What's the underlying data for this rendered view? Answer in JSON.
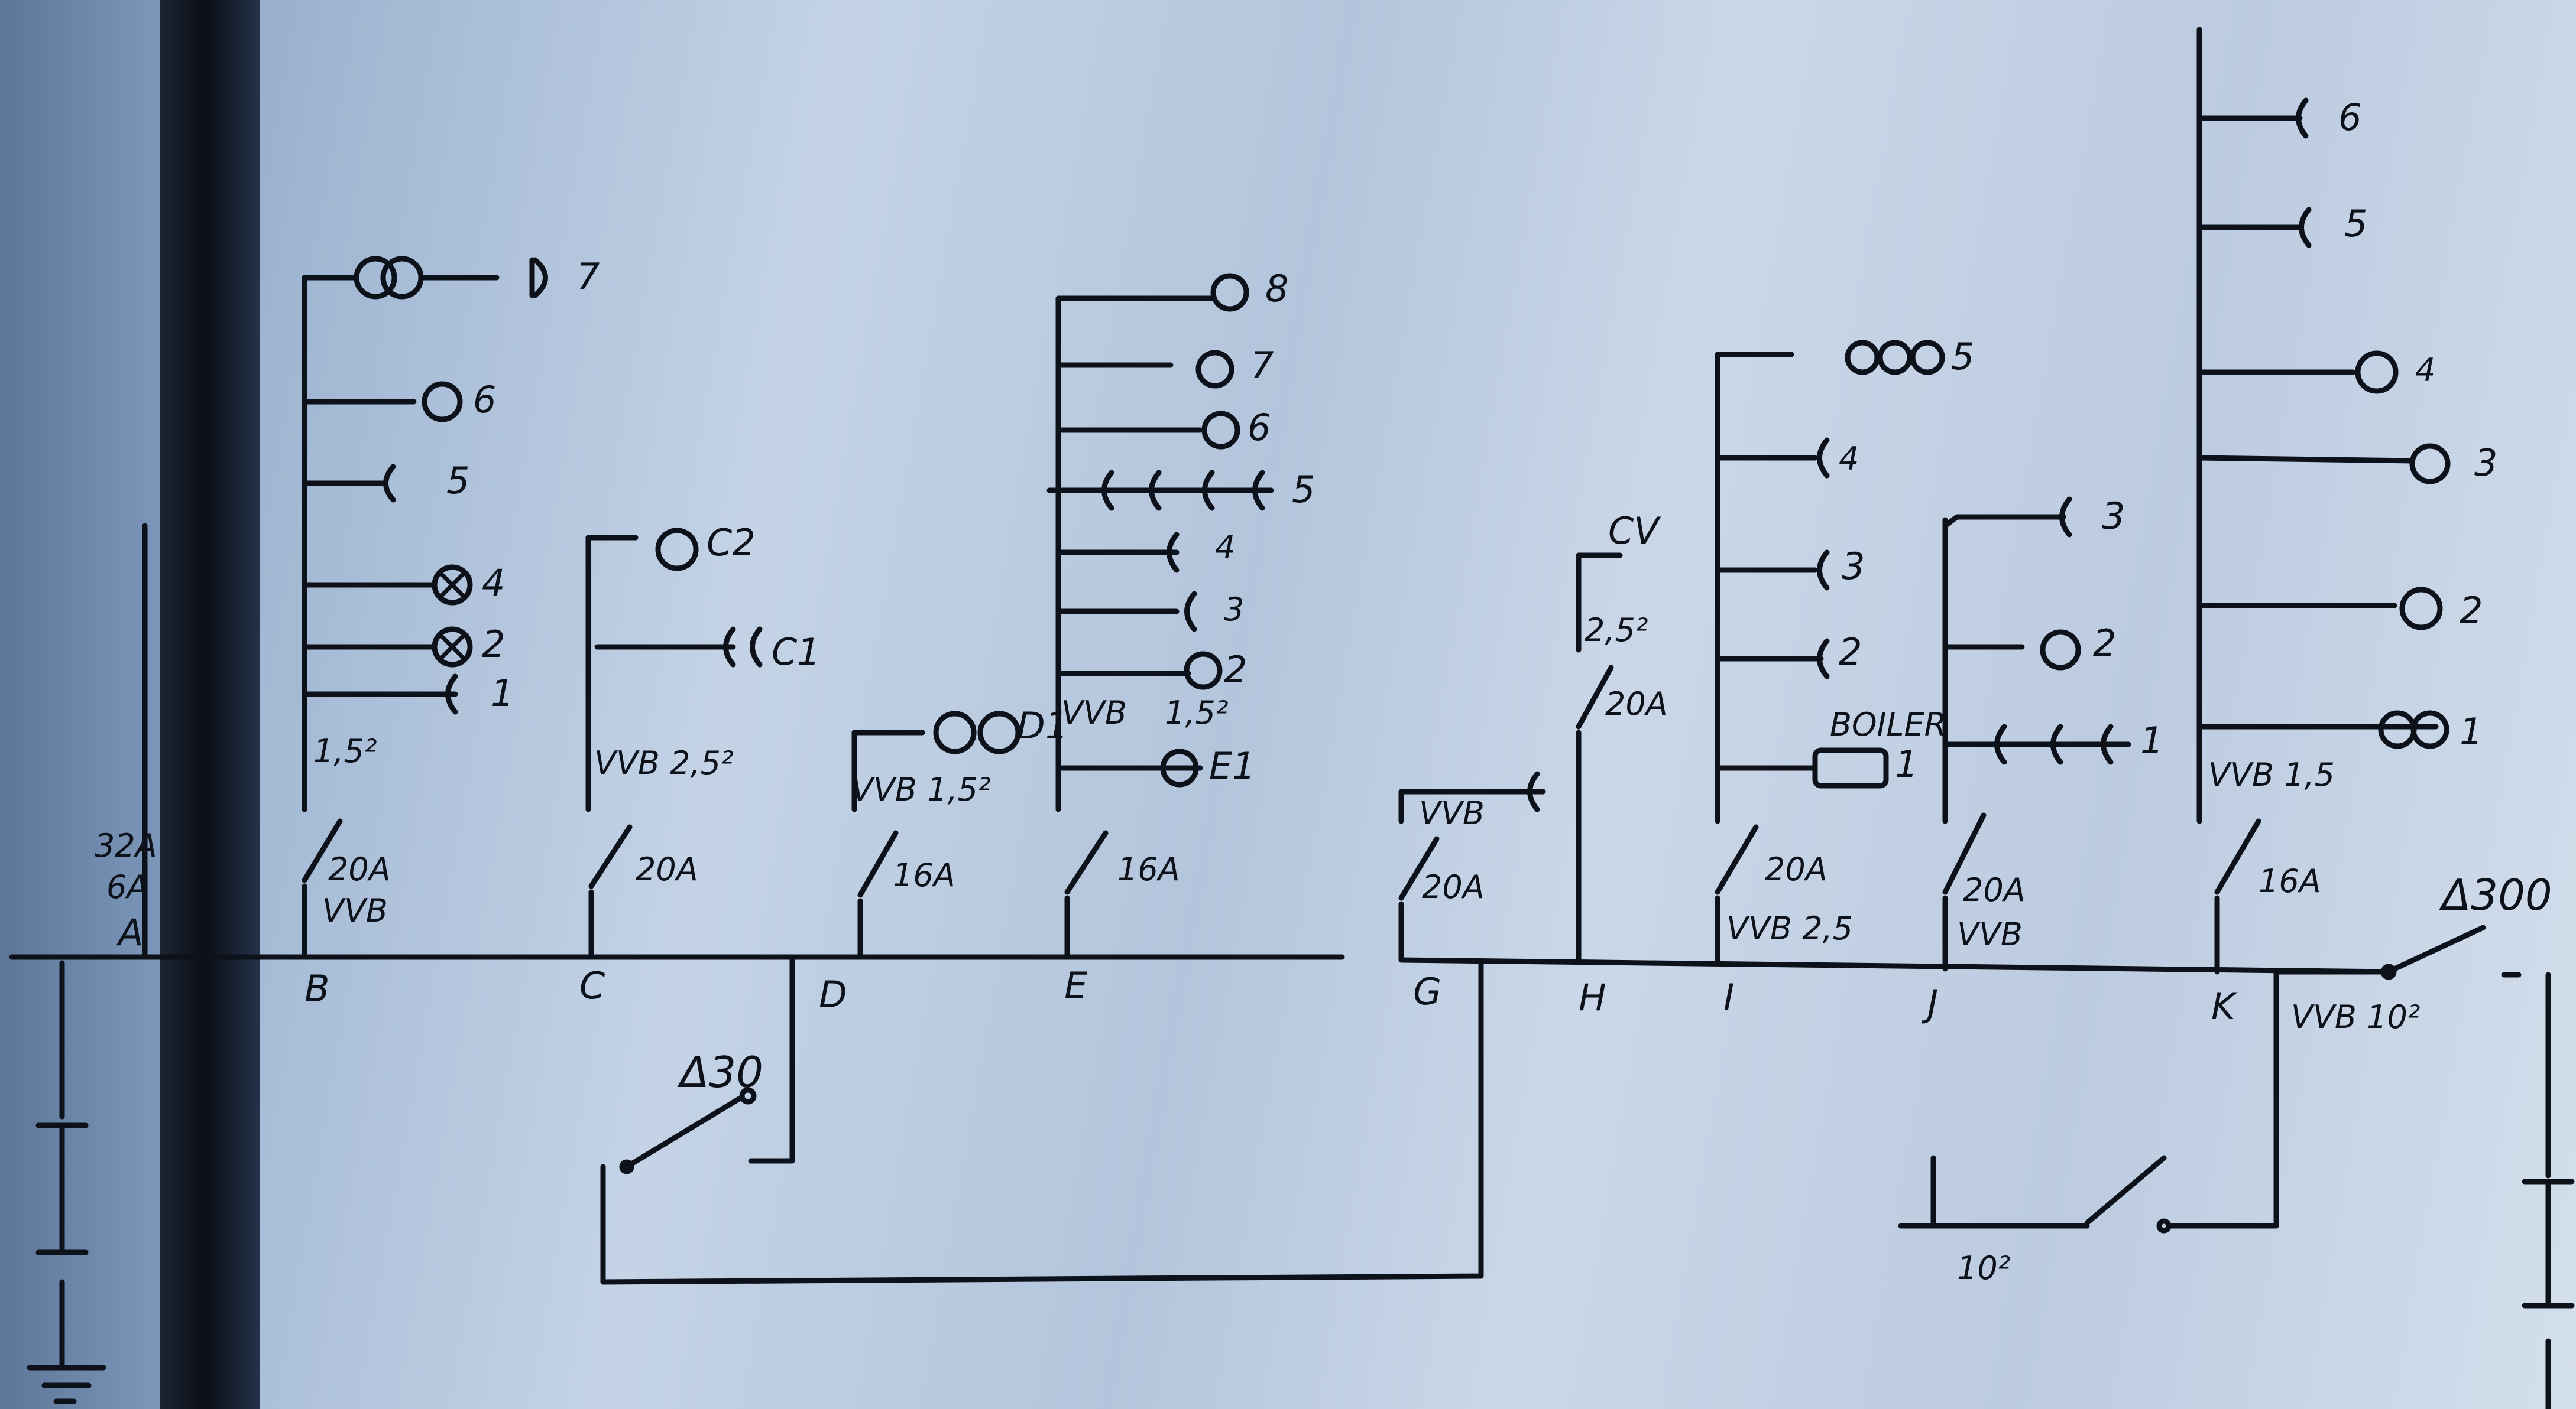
{
  "main_bus": {
    "nodes": [
      "A",
      "B",
      "C",
      "D",
      "E",
      "G",
      "H",
      "I",
      "J",
      "K"
    ]
  },
  "circuits": [
    {
      "id": "B",
      "breaker": "20A",
      "cable": "VVB",
      "section": "1,5²",
      "outlets": [
        "1",
        "2",
        "4",
        "5",
        "6",
        "7"
      ]
    },
    {
      "id": "C",
      "breaker": "20A",
      "cable": "VVB 2,5²",
      "outlets": [
        "C1",
        "C2"
      ]
    },
    {
      "id": "D",
      "breaker": "16A",
      "cable": "VVB 1,5²",
      "outlets": [
        "D1"
      ]
    },
    {
      "id": "E",
      "breaker": "16A",
      "cable": "VVB",
      "section": "1,5²",
      "outlets": [
        "E1",
        "2",
        "3",
        "4",
        "5",
        "6",
        "7",
        "8"
      ]
    },
    {
      "id": "G",
      "breaker": "20A",
      "cable": "VVB"
    },
    {
      "id": "H",
      "breaker": "20A",
      "cable": "CV",
      "section": "2,5²"
    },
    {
      "id": "I",
      "breaker": "20A",
      "cable": "VVB 2,5",
      "extra": "BOILER",
      "outlets": [
        "1",
        "2",
        "3",
        "4",
        "5"
      ]
    },
    {
      "id": "J",
      "breaker": "20A",
      "cable": "VVB",
      "outlets": [
        "1",
        "2",
        "3"
      ]
    },
    {
      "id": "K",
      "breaker": "16A",
      "cable": "VVB 1,5",
      "outlets": [
        "1",
        "2",
        "3",
        "4",
        "5",
        "6"
      ]
    }
  ],
  "labels": {
    "main_left": "32A",
    "main_left_2": "6A",
    "diff_1": "Δ30",
    "diff_2": "Δ300",
    "feeder": "VVB 10²",
    "earth_cable": "10²"
  }
}
